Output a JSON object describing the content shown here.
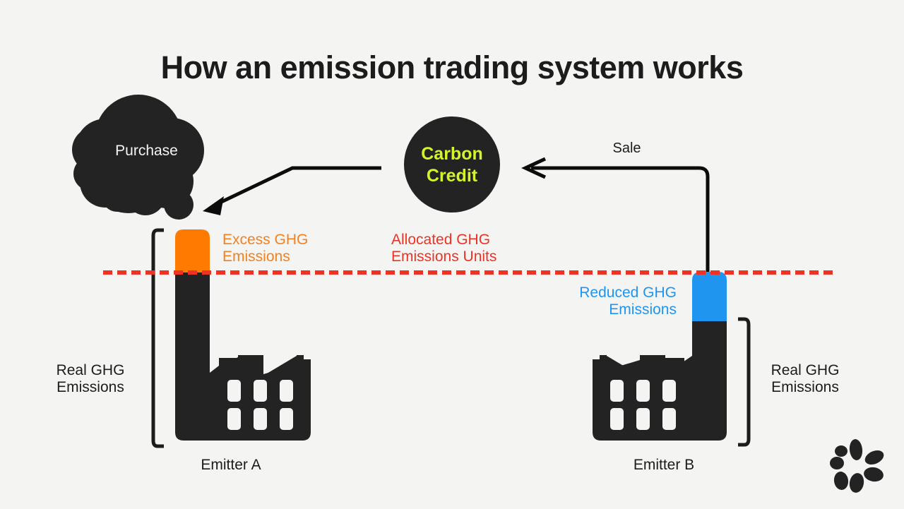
{
  "page": {
    "title": "How an emission trading system works",
    "background_color": "#f4f4f3"
  },
  "colors": {
    "dark": "#232323",
    "orange": "#ff7a00",
    "orange_text": "#f38120",
    "red": "#ec3325",
    "blue": "#1f95f0",
    "blue_text": "#1f95f0",
    "yellow_green": "#d4f32a",
    "text_dark": "#1c1c1c",
    "background": "#f4f4f3"
  },
  "nodes": {
    "smoke_cloud": {
      "label": "Purchase",
      "icon": "smoke-cloud-icon"
    },
    "carbon_credit": {
      "label": "Carbon\nCredit",
      "icon": "carbon-credit-circle"
    }
  },
  "arrows": {
    "purchase": {
      "label": "Purchase",
      "direction": "right-to-left",
      "from": "carbon-credit",
      "to": "smoke-cloud"
    },
    "sale": {
      "label": "Sale",
      "direction": "right-to-left",
      "from": "emitter-b-reduced-bar",
      "to": "carbon-credit"
    }
  },
  "threshold": {
    "label": "Allocated GHG\nEmissions Units",
    "style": "dashed",
    "color": "#ec3325"
  },
  "emitters": [
    {
      "id": "emitter-a",
      "name": "Emitter A",
      "bar_label": "Excess GHG\nEmissions",
      "bar_color": "#ff7a00",
      "bracket_label": "Real GHG\nEmissions",
      "factory_icon": "factory-icon",
      "chimney_side": "left"
    },
    {
      "id": "emitter-b",
      "name": "Emitter B",
      "bar_label": "Reduced GHG\nEmissions",
      "bar_color": "#1f95f0",
      "bracket_label": "Real GHG\nEmissions",
      "factory_icon": "factory-icon",
      "chimney_side": "right"
    }
  ],
  "logo": {
    "name": "petal-flower-logo",
    "petal_count": 7,
    "color": "#232323"
  }
}
